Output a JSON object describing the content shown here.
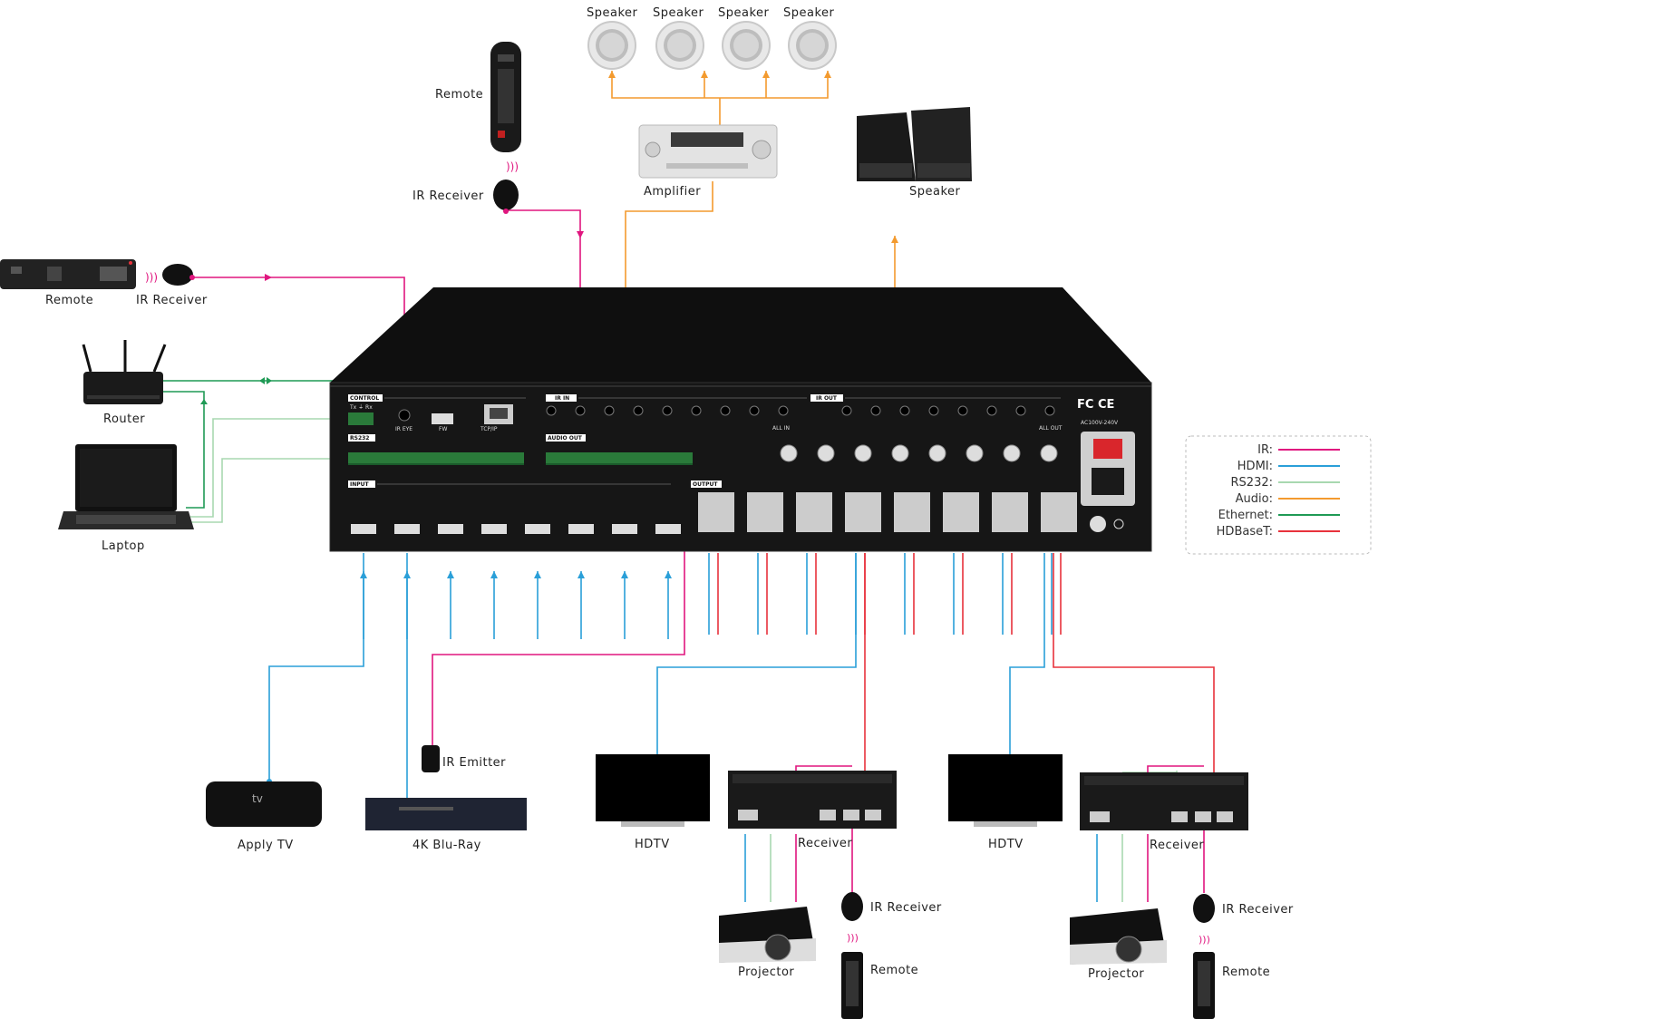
{
  "colors": {
    "ir": "#e0167f",
    "hdmi": "#2a9fd8",
    "rs232": "#a8d8b0",
    "audio": "#f39a2e",
    "ethernet": "#1f9a55",
    "hdbaset": "#e8323c",
    "device_body": "#111111",
    "panel_text": "#dddddd"
  },
  "labels": {
    "speaker_top_1": "Speaker",
    "speaker_top_2": "Speaker",
    "speaker_top_3": "Speaker",
    "speaker_top_4": "Speaker",
    "remote_top": "Remote",
    "ir_receiver_top": "IR Receiver",
    "amplifier": "Amplifier",
    "speaker_right": "Speaker",
    "remote_left": "Remote",
    "ir_receiver_left": "IR Receiver",
    "router": "Router",
    "laptop": "Laptop",
    "apple_tv": "Apply TV",
    "bluray": "4K Blu-Ray",
    "ir_emitter": "IR Emitter",
    "hdtv_1": "HDTV",
    "receiver_1": "Receiver",
    "projector_1": "Projector",
    "ir_receiver_1": "IR Receiver",
    "remote_1": "Remote",
    "hdtv_2": "HDTV",
    "receiver_2": "Receiver",
    "projector_2": "Projector",
    "ir_receiver_2": "IR Receiver",
    "remote_2": "Remote"
  },
  "panel": {
    "control": "CONTROL",
    "ir_in": "IR IN",
    "ir_out": "IR OUT",
    "rs232": "RS232",
    "audio_out": "AUDIO OUT",
    "input": "INPUT",
    "output": "OUTPUT",
    "ir_eye": "IR EYE",
    "fw": "FW",
    "tcpip": "TCP/IP",
    "all_in": "ALL IN",
    "all_out": "ALL OUT",
    "voltage": "AC100V-240V",
    "cert": "FC CE",
    "txrx": "Tx ⏚ Rx"
  },
  "legend": {
    "title": "",
    "items": [
      {
        "label": "IR:",
        "color": "#e0167f"
      },
      {
        "label": "HDMI:",
        "color": "#2a9fd8"
      },
      {
        "label": "RS232:",
        "color": "#a8d8b0"
      },
      {
        "label": "Audio:",
        "color": "#f39a2e"
      },
      {
        "label": "Ethernet:",
        "color": "#1f9a55"
      },
      {
        "label": "HDBaseT:",
        "color": "#e8323c"
      }
    ]
  }
}
